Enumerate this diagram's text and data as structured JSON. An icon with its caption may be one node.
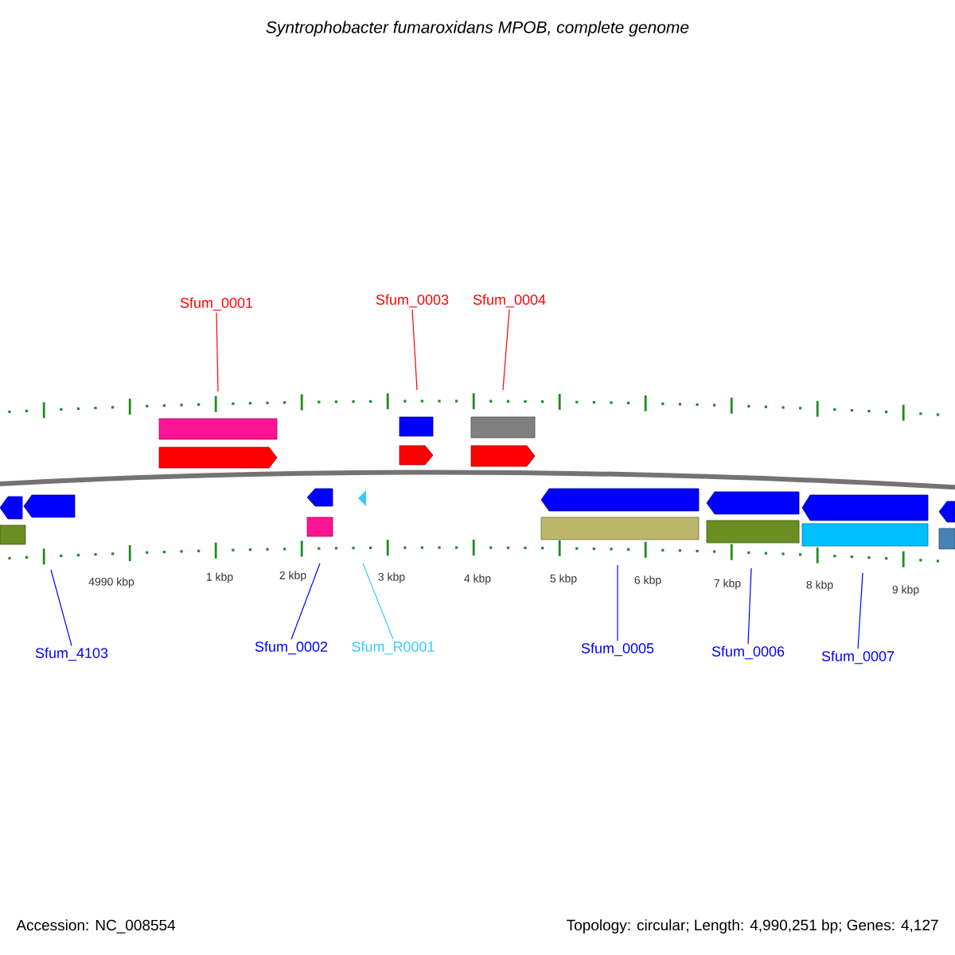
{
  "diagram": {
    "title": "Syntrophobacter fumaroxidans MPOB, complete genome",
    "nodes": [
      {
        "text": [
          "Sfum_0001"
        ]
      },
      {
        "text": [
          "Sfum_0003"
        ]
      },
      {
        "text": [
          "Sfum_0004"
        ]
      },
      {
        "text": [
          "Sfum_4103"
        ]
      },
      {
        "text": [
          "Sfum_0002"
        ]
      },
      {
        "text": [
          "Sfum_R0001"
        ]
      },
      {
        "text": [
          "Sfum_0005"
        ]
      },
      {
        "text": [
          "Sfum_0006"
        ]
      },
      {
        "text": [
          "Sfum_0007"
        ]
      }
    ],
    "edges": [
      {
        "from": 0,
        "to": null,
        "arrow": "none",
        "color": "#ff0000"
      },
      {
        "from": 1,
        "to": null,
        "arrow": "none",
        "color": "#ff0000"
      },
      {
        "from": 2,
        "to": null,
        "arrow": "none",
        "color": "#ff0000"
      },
      {
        "from": 3,
        "to": null,
        "arrow": "none"
      },
      {
        "from": 4,
        "to": null,
        "arrow": "none"
      },
      {
        "from": 5,
        "to": null,
        "arrow": "none",
        "color": "#33ccff"
      },
      {
        "from": 6,
        "to": null,
        "arrow": "none"
      },
      {
        "from": 7,
        "to": null,
        "arrow": "none"
      },
      {
        "from": 8,
        "to": null,
        "arrow": "none"
      }
    ],
    "labels": [
      "4990 kbp",
      "1 kbp",
      "2 kbp",
      "3 kbp",
      "4 kbp",
      "5 kbp",
      "6 kbp",
      "7 kbp",
      "8 kbp",
      "9 kbp",
      "Accession: NC_008554",
      "Topology: circular; Length: 4,990,251 bp; Genes: 4,127"
    ]
  }
}
